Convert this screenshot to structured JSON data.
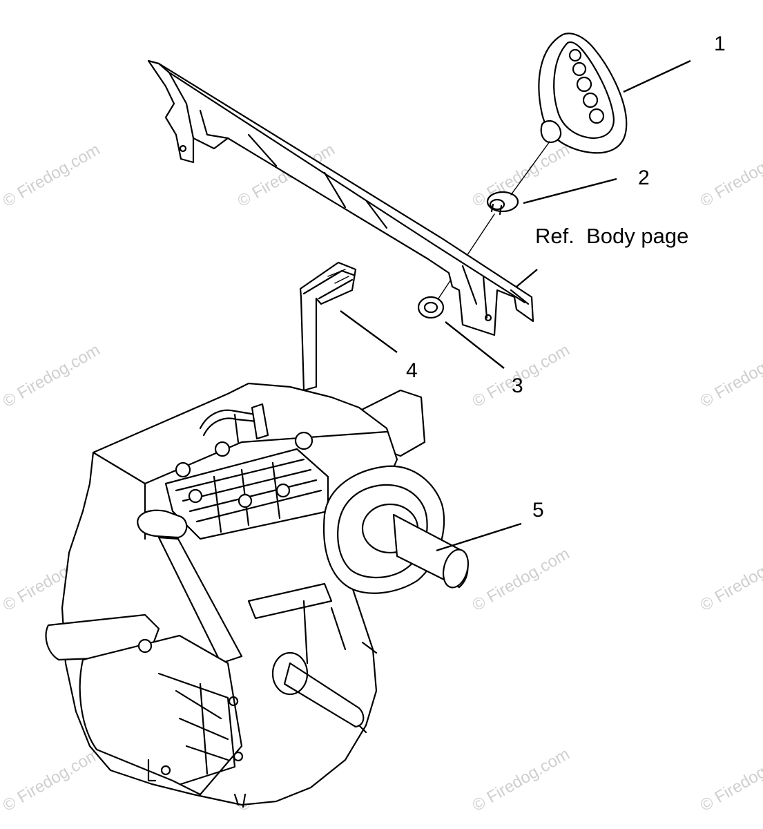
{
  "callouts": [
    {
      "id": "1",
      "label": "1"
    },
    {
      "id": "2",
      "label": "2"
    },
    {
      "id": "3",
      "label": "3"
    },
    {
      "id": "4",
      "label": "4"
    },
    {
      "id": "5",
      "label": "5"
    }
  ],
  "reference_note": "Ref.  Body page",
  "watermark": "© Firedog.com"
}
